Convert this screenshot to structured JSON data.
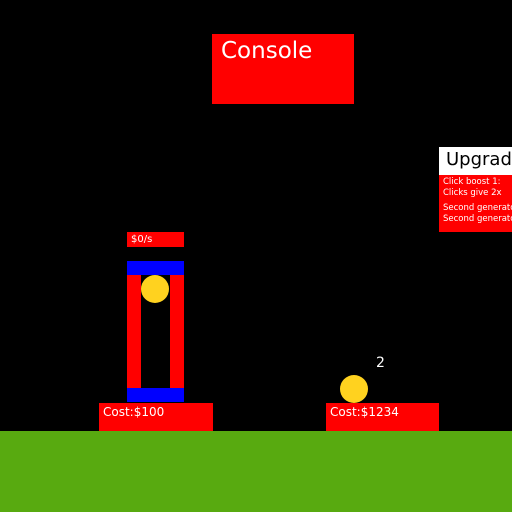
{
  "console": {
    "label": "Console"
  },
  "upgrades": {
    "title": "Upgrades",
    "items": [
      {
        "name": "Click boost 1:",
        "desc": "Clicks give 2x"
      },
      {
        "name": "Second generator",
        "desc": "Second generator"
      }
    ]
  },
  "generator_1": {
    "rate": "$0/s",
    "cost": "Cost:$100"
  },
  "generator_2": {
    "cost": "Cost:$1234",
    "level": "2"
  },
  "colors": {
    "background": "#000000",
    "button": "#ff0000",
    "tower_cap": "#0000ff",
    "coin": "#ffd21f",
    "ground": "#58aa10"
  }
}
